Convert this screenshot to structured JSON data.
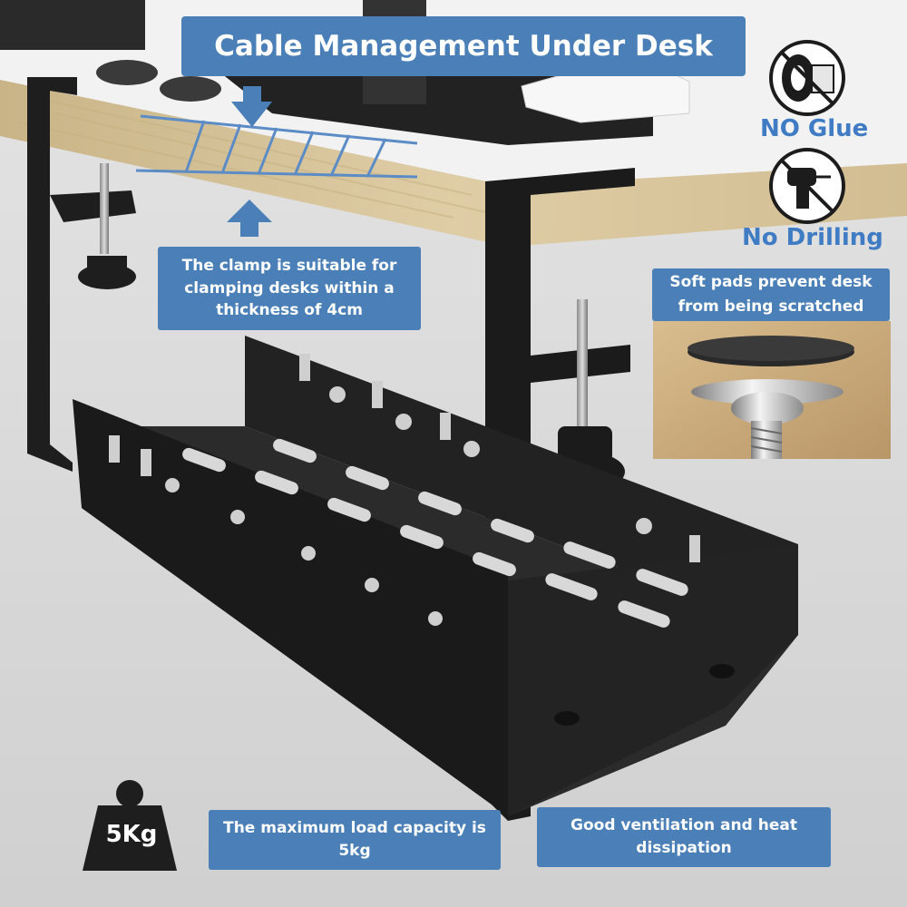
{
  "title": "Cable Management Under Desk",
  "features": {
    "no_glue": "NO Glue",
    "no_drilling": "No Drilling"
  },
  "callouts": {
    "clamp": "The clamp is suitable for clamping desks within a thickness of 4cm",
    "soft_pads": "Soft pads prevent desk from being scratched",
    "max_load": "The maximum load capacity is 5kg",
    "ventilation": "Good ventilation and heat dissipation"
  },
  "weight": "5Kg",
  "icons": [
    "no-glue-icon",
    "no-drilling-icon",
    "weight-icon",
    "down-arrow-icon",
    "up-arrow-icon"
  ],
  "colors": {
    "accent": "#4a7fb8",
    "feature_text": "#3f7cc4",
    "tray": "#1c1c1c",
    "desk_wood": "#d8c49c",
    "background": "#dcdcdc"
  }
}
